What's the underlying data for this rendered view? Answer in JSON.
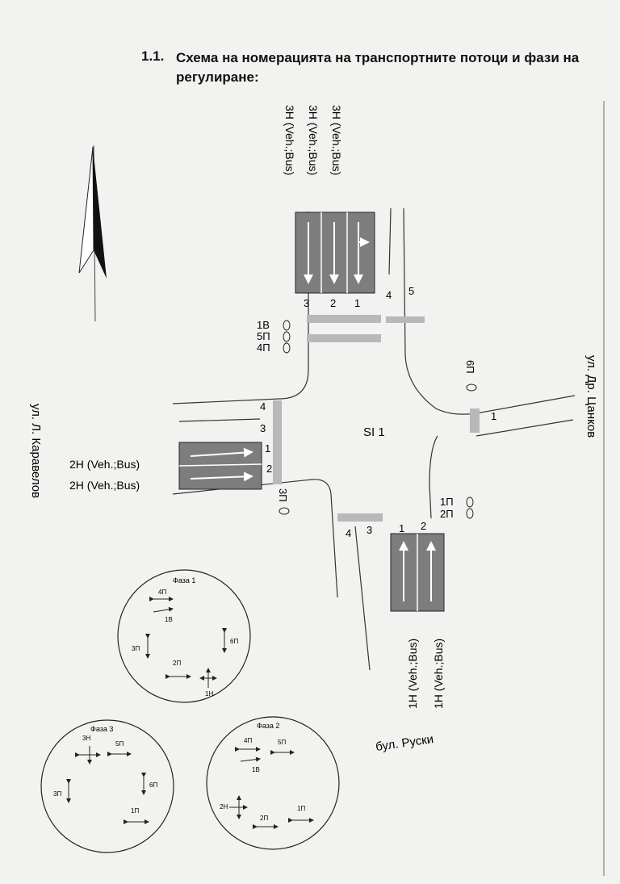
{
  "heading": {
    "number": "1.1.",
    "text": "Схема на номерацията на транспортните потоци и фази на регулиране:"
  },
  "intersection": {
    "label": "SI 1",
    "streets": {
      "west": "ул. Л. Каравелов",
      "east": "ул. Др. Цанков",
      "south": "бул. Руски"
    },
    "north_approach": {
      "lanes": [
        "3Н (Veh.;Bus)",
        "3Н (Veh.;Bus)",
        "3Н (Veh.;Bus)"
      ],
      "lane_numbers": [
        "3",
        "2",
        "1",
        "4",
        "5"
      ],
      "signals": [
        "1В",
        "5П",
        "4П"
      ]
    },
    "west_approach": {
      "lanes": [
        "2Н (Veh.;Bus)",
        "2Н (Veh.;Bus)"
      ],
      "lane_numbers": [
        "4",
        "3",
        "1",
        "2"
      ],
      "signals": [
        "3П"
      ]
    },
    "east_approach": {
      "lane_numbers": [
        "1"
      ],
      "signals": [
        "6П"
      ]
    },
    "south_approach": {
      "lanes": [
        "1Н (Veh.;Bus)",
        "1Н (Veh.;Bus)"
      ],
      "lane_numbers": [
        "4",
        "3",
        "1",
        "2"
      ],
      "signals": [
        "1П",
        "2П"
      ]
    }
  },
  "phases": [
    {
      "title": "Фаза 1",
      "labels": [
        "4П",
        "1В",
        "3П",
        "6П",
        "2П",
        "1Н"
      ]
    },
    {
      "title": "Фаза 2",
      "labels": [
        "4П",
        "5П",
        "1В",
        "2Н",
        "2П",
        "1П"
      ]
    },
    {
      "title": "Фаза 3",
      "labels": [
        "3Н",
        "5П",
        "3П",
        "6П",
        "1П"
      ]
    }
  ],
  "colors": {
    "lane_fill": "#7d7d7d",
    "crosswalk": "#b5b5b5",
    "line": "#222222"
  }
}
